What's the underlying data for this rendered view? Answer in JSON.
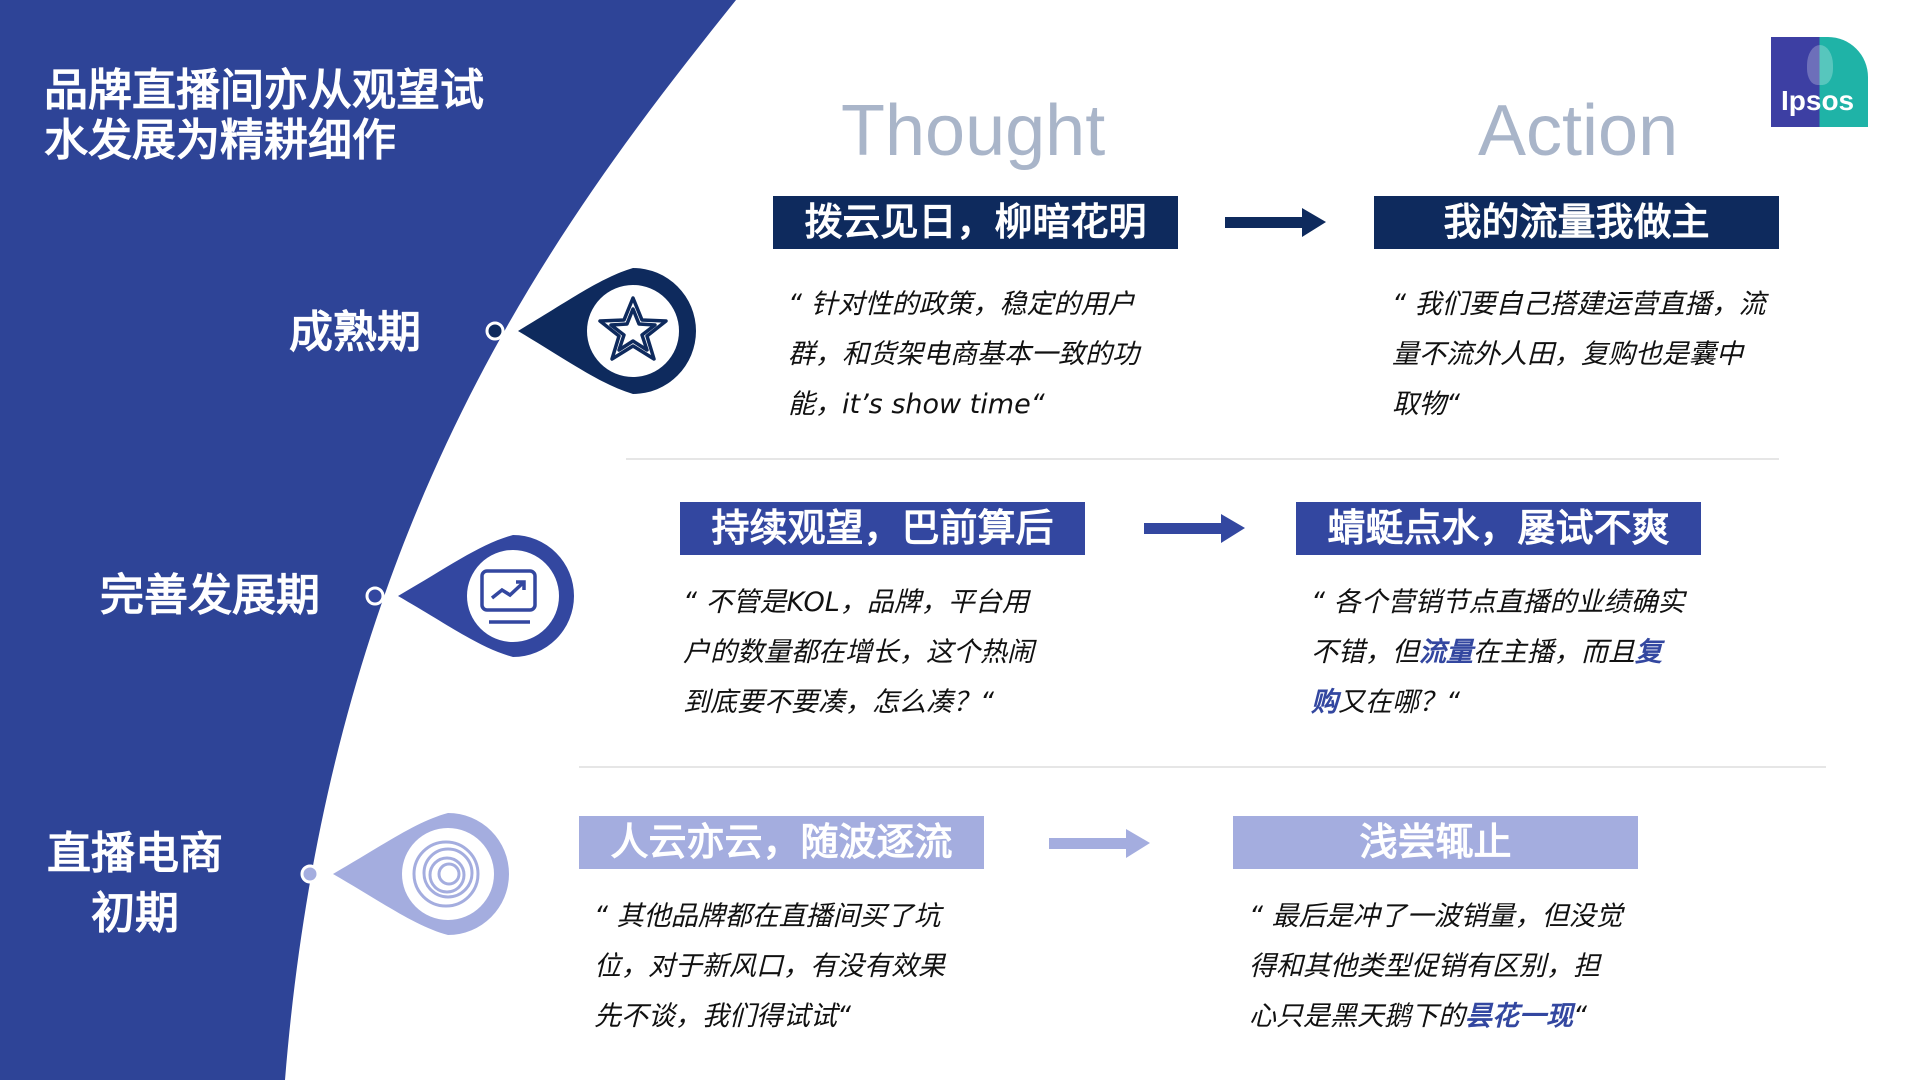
{
  "title": "品牌直播间亦从观望试\n水发展为精耕细作",
  "logo": {
    "text": "Ipsos",
    "colors": [
      "#3d3fa3",
      "#1fb3a7"
    ]
  },
  "columns": {
    "thought": "Thought",
    "action": "Action"
  },
  "colors": {
    "band": "#2e4497",
    "tier1": "#0e2a5d",
    "tier2": "#3347a0",
    "tier3": "#a4addf"
  },
  "stages": [
    {
      "label": "成熟期",
      "icon": "star-icon",
      "thought_title": "拨云见日，柳暗花明",
      "action_title": "我的流量我做主",
      "thought_quote": [
        [
          {
            "t": "“ 针对性的政策，稳定的用户"
          }
        ],
        [
          {
            "t": "群，和货架电商基本一致的功"
          }
        ],
        [
          {
            "t": "能，it’s show time“"
          }
        ]
      ],
      "action_quote": [
        [
          {
            "t": "“ 我们要自己搭建运营直播，流"
          }
        ],
        [
          {
            "t": "量不流外人田，复购也是囊中"
          }
        ],
        [
          {
            "t": "取物“"
          }
        ]
      ]
    },
    {
      "label": "完善发展期",
      "icon": "chart-monitor-icon",
      "thought_title": "持续观望，巴前算后",
      "action_title": "蜻蜓点水，屡试不爽",
      "thought_quote": [
        [
          {
            "t": "“ 不管是KOL，品牌，平台用"
          }
        ],
        [
          {
            "t": "户的数量都在增长，这个热闹"
          }
        ],
        [
          {
            "t": "到底要不要凑，怎么凑？“"
          }
        ]
      ],
      "action_quote": [
        [
          {
            "t": "“ 各个营销节点直播的业绩确实"
          }
        ],
        [
          {
            "t": "不错，但"
          },
          {
            "t": "流量",
            "hl": true
          },
          {
            "t": "在主播，而且"
          },
          {
            "t": "复",
            "hl": true
          }
        ],
        [
          {
            "t": "购",
            "hl": true
          },
          {
            "t": "又在哪？“"
          }
        ]
      ]
    },
    {
      "label": "直播电商\n初期",
      "icon": "spiral-icon",
      "thought_title": "人云亦云，随波逐流",
      "action_title": "浅尝辄止",
      "thought_quote": [
        [
          {
            "t": "“ 其他品牌都在直播间买了坑"
          }
        ],
        [
          {
            "t": "位，对于新风口，有没有效果"
          }
        ],
        [
          {
            "t": "先不谈，我们得试试“"
          }
        ]
      ],
      "action_quote": [
        [
          {
            "t": "“ 最后是冲了一波销量，但没觉"
          }
        ],
        [
          {
            "t": "得和其他类型促销有区别，担"
          }
        ],
        [
          {
            "t": "心只是黑天鹅下的"
          },
          {
            "t": "昙花一现",
            "hl": true
          },
          {
            "t": "“"
          }
        ]
      ]
    }
  ]
}
